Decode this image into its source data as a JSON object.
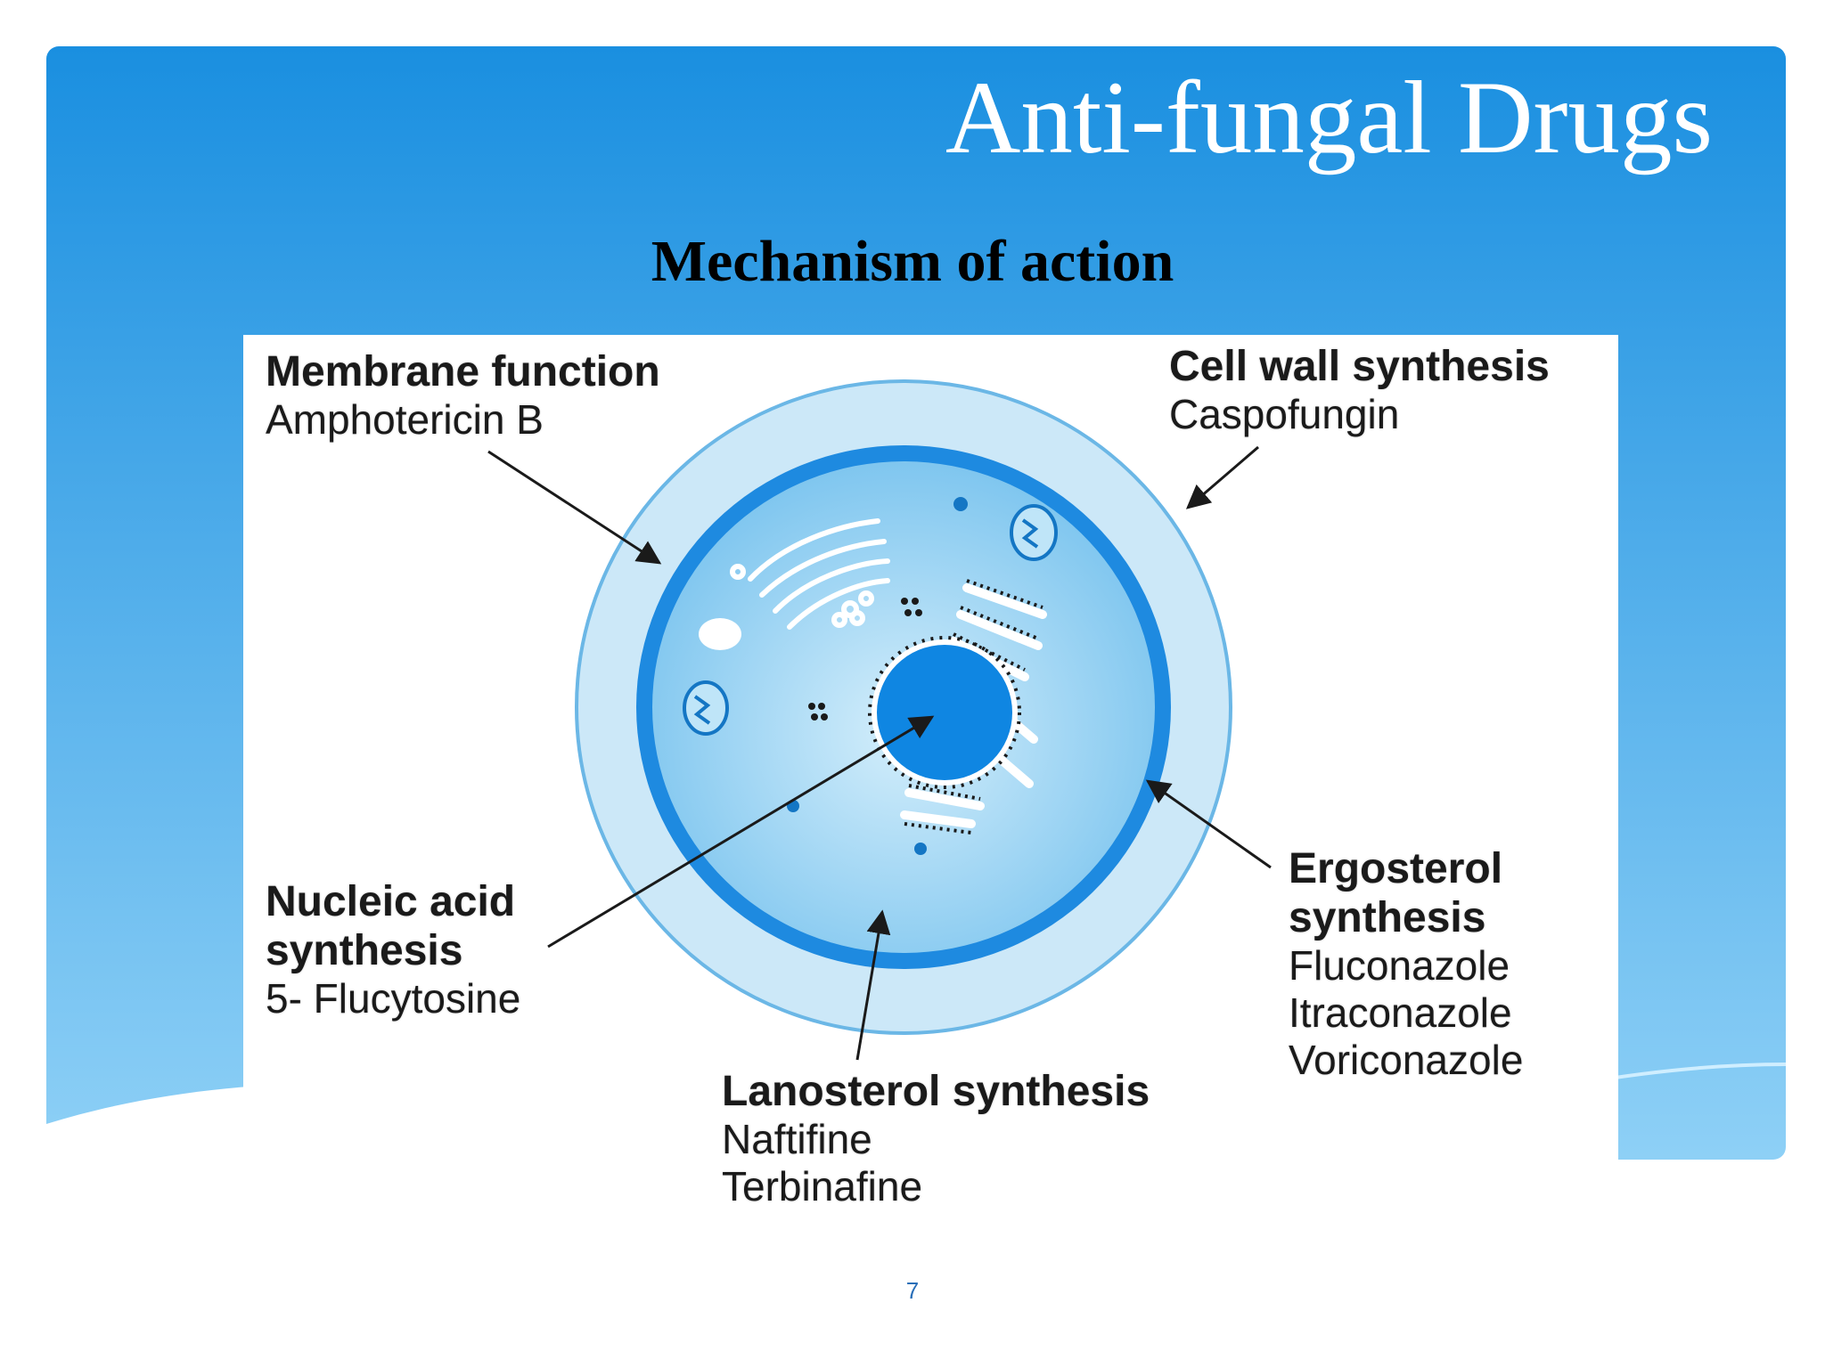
{
  "slide": {
    "title": "Anti-fungal Drugs",
    "subtitle": "Mechanism of action",
    "page_number": "7"
  },
  "diagram": {
    "membrane": {
      "heading": "Membrane function",
      "drugs": "Amphotericin B"
    },
    "cell_wall": {
      "heading": "Cell wall synthesis",
      "drugs": "Caspofungin"
    },
    "nucleic_acid": {
      "heading_line1": "Nucleic acid",
      "heading_line2": "synthesis",
      "drugs": "5- Flucytosine"
    },
    "ergosterol": {
      "heading_line1": "Ergosterol",
      "heading_line2": "synthesis",
      "drug1": "Fluconazole",
      "drug2": "Itraconazole",
      "drug3": "Voriconazole"
    },
    "lanosterol": {
      "heading": "Lanosterol synthesis",
      "drug1": "Naftifine",
      "drug2": "Terbinafine"
    }
  },
  "colors": {
    "bg_top": "#1a8fe0",
    "bg_bottom": "#8ed0f6",
    "cell_wall": "#cce8f8",
    "membrane": "#1e8ae0",
    "cytoplasm": "#8fd0f2",
    "nucleus": "#0f86e2"
  }
}
